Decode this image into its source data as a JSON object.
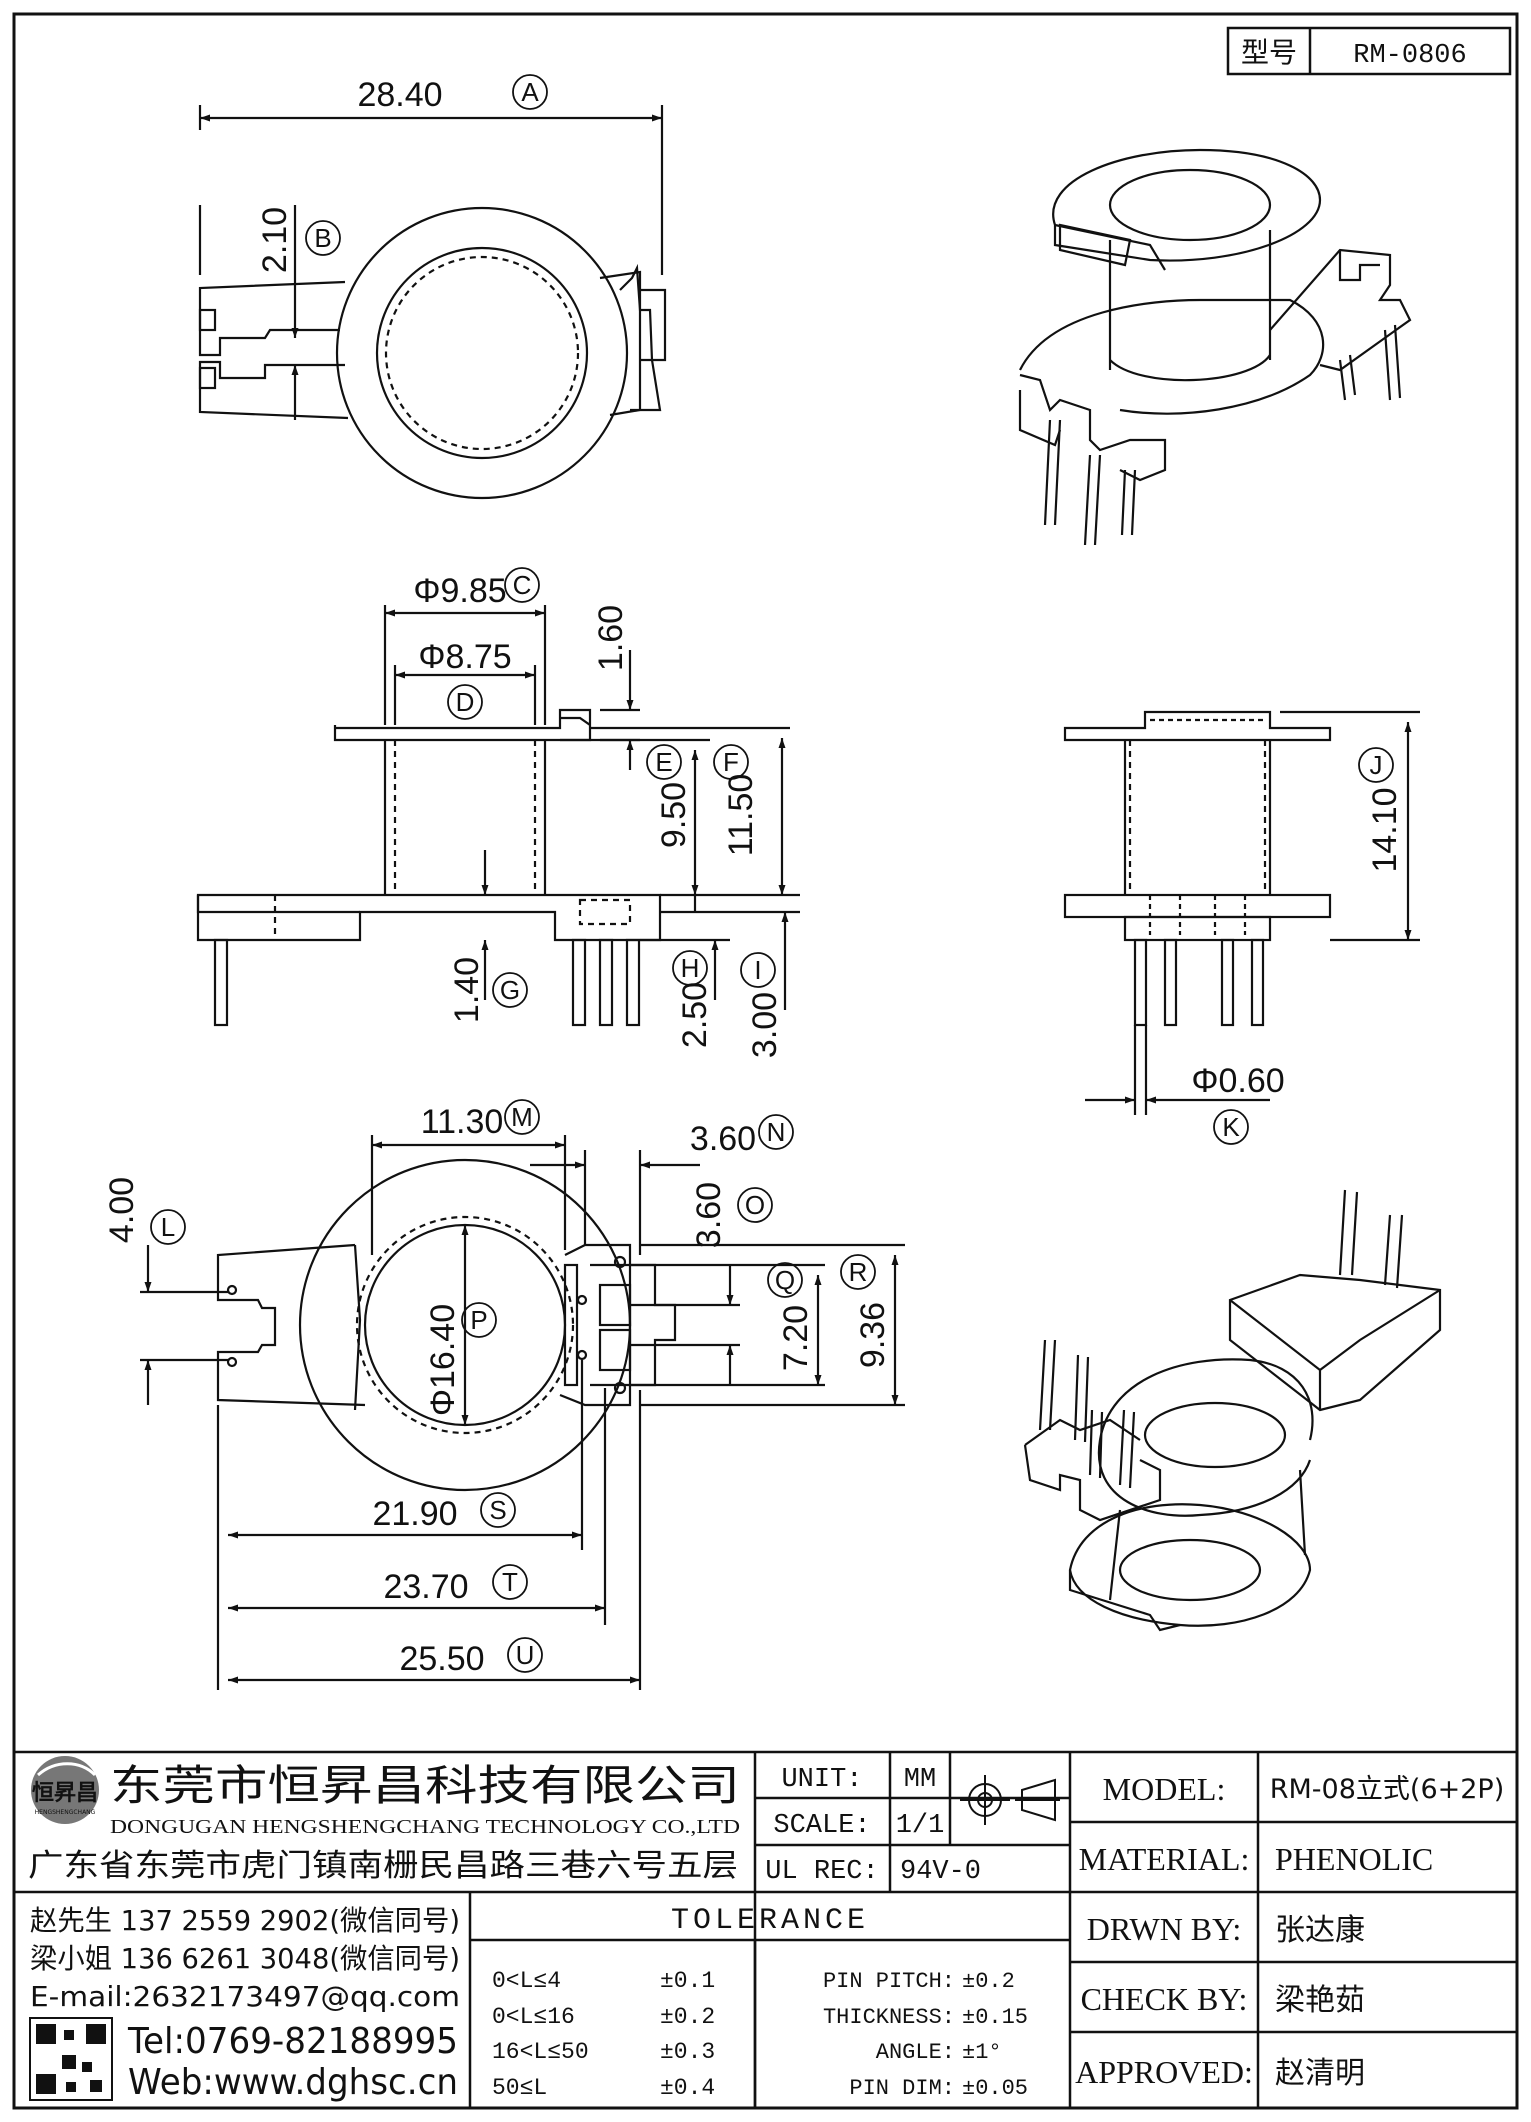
{
  "model_box": {
    "label": "型号",
    "value": "RM-0806"
  },
  "top_view": {
    "A": "28.40",
    "B": "2.10"
  },
  "front_view": {
    "C": "Φ9.85",
    "D": "Φ8.75",
    "top_flange": "1.60",
    "E": "9.50",
    "F": "11.50",
    "G": "1.40",
    "H": "2.50",
    "I": "3.00"
  },
  "side_view": {
    "J": "14.10",
    "K": "Φ0.60"
  },
  "bottom_view": {
    "L": "4.00",
    "M": "11.30",
    "N": "3.60",
    "O": "3.60",
    "P": "Φ16.40",
    "Q": "7.20",
    "R": "9.36",
    "S": "21.90",
    "T": "23.70",
    "U": "25.50"
  },
  "circle_letters": [
    "A",
    "B",
    "C",
    "D",
    "E",
    "F",
    "G",
    "H",
    "I",
    "J",
    "K",
    "L",
    "M",
    "N",
    "O",
    "P",
    "Q",
    "R",
    "S",
    "T",
    "U"
  ],
  "company": {
    "name_cn": "东莞市恒昇昌科技有限公司",
    "name_en": "DONGUGAN HENGSHENGCHANG TECHNOLOGY CO.,LTD",
    "address": "广东省东莞市虎门镇南栅民昌路三巷六号五层",
    "logo_text": "恒昇昌",
    "logo_sub": "HENGSHENGCHANG",
    "contact1": "赵先生 137 2559 2902(微信同号)",
    "contact2": "梁小姐 136 6261 3048(微信同号)",
    "email": "E-mail:2632173497@qq.com",
    "tel": "Tel:0769-82188995",
    "web": "Web:www.dghsc.cn"
  },
  "title_block": {
    "unit_label": "UNIT:",
    "unit_value": "MM",
    "scale_label": "SCALE:",
    "scale_value": "1/1",
    "ulrec_label": "UL REC:",
    "ulrec_value": "94V-0",
    "model_label": "MODEL:",
    "model_value": "RM-08立式(6+2P)",
    "material_label": "MATERIAL:",
    "material_value": "PHENOLIC",
    "drawn_label": "DRWN BY:",
    "drawn_value": "张达康",
    "check_label": "CHECK BY:",
    "check_value": "梁艳茹",
    "approved_label": "APPROVED:",
    "approved_value": "赵清明"
  },
  "tolerance": {
    "title": "TOLERANCE",
    "ranges": [
      {
        "range": "0<L≤4",
        "tol": "±0.1"
      },
      {
        "range": "0<L≤16",
        "tol": "±0.2"
      },
      {
        "range": "16<L≤50",
        "tol": "±0.3"
      },
      {
        "range": "50≤L",
        "tol": "±0.4"
      }
    ],
    "specs": [
      {
        "label": "PIN PITCH:",
        "tol": "±0.2"
      },
      {
        "label": "THICKNESS:",
        "tol": "±0.15"
      },
      {
        "label": "ANGLE:",
        "tol": "±1°"
      },
      {
        "label": "PIN DIM:",
        "tol": "±0.05"
      }
    ]
  }
}
